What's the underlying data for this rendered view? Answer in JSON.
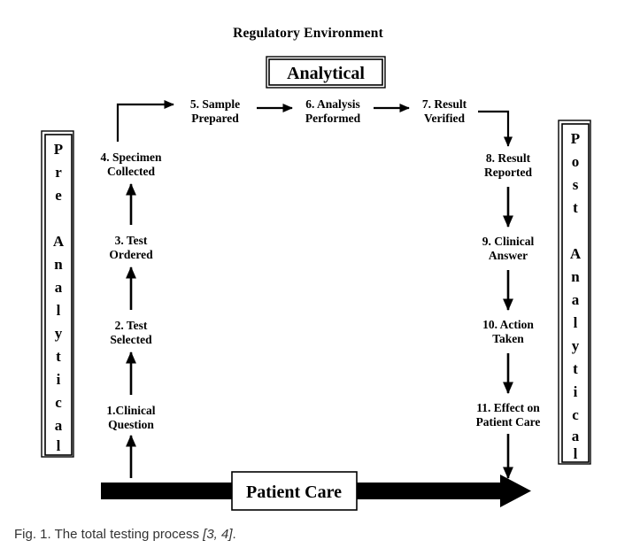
{
  "figure": {
    "title": "Regulatory Environment",
    "caption_prefix": "Fig. 1. The total testing process ",
    "caption_reference": "[3, 4]",
    "caption_suffix": "."
  },
  "colors": {
    "ink": "#000000",
    "paper": "#ffffff",
    "caption_text": "#333333"
  },
  "phase_boxes": {
    "analytical": {
      "label": "Analytical"
    },
    "pre_analytical": {
      "label": "Pre Analytical",
      "letters": [
        "P",
        "r",
        "e",
        "",
        "A",
        "n",
        "a",
        "l",
        "y",
        "t",
        "i",
        "c",
        "a",
        "l"
      ]
    },
    "post_analytical": {
      "label": "Post Analytical",
      "letters": [
        "P",
        "o",
        "s",
        "t",
        "",
        "A",
        "n",
        "a",
        "l",
        "y",
        "t",
        "i",
        "c",
        "a",
        "l"
      ]
    },
    "patient_care": {
      "label": "Patient Care"
    }
  },
  "steps": [
    {
      "id": 1,
      "line1": "1.Clinical",
      "line2": "Question"
    },
    {
      "id": 2,
      "line1": "2. Test",
      "line2": "Selected"
    },
    {
      "id": 3,
      "line1": "3. Test",
      "line2": "Ordered"
    },
    {
      "id": 4,
      "line1": "4. Specimen",
      "line2": "Collected"
    },
    {
      "id": 5,
      "line1": "5. Sample",
      "line2": "Prepared"
    },
    {
      "id": 6,
      "line1": "6. Analysis",
      "line2": "Performed"
    },
    {
      "id": 7,
      "line1": "7. Result",
      "line2": "Verified"
    },
    {
      "id": 8,
      "line1": "8. Result",
      "line2": "Reported"
    },
    {
      "id": 9,
      "line1": "9. Clinical",
      "line2": "Answer"
    },
    {
      "id": 10,
      "line1": "10. Action",
      "line2": "Taken"
    },
    {
      "id": 11,
      "line1": "11. Effect on",
      "line2": "Patient Care"
    }
  ],
  "chart_data": {
    "type": "diagram",
    "title": "Regulatory Environment",
    "flow_order": [
      "1.Clinical Question",
      "2. Test Selected",
      "3. Test Ordered",
      "4. Specimen Collected",
      "5. Sample Prepared",
      "6. Analysis Performed",
      "7. Result Verified",
      "8. Result Reported",
      "9. Clinical Answer",
      "10. Action Taken",
      "11. Effect on Patient Care"
    ],
    "phases": {
      "Pre Analytical": [
        "1.Clinical Question",
        "2. Test Selected",
        "3. Test Ordered",
        "4. Specimen Collected"
      ],
      "Analytical": [
        "5. Sample Prepared",
        "6. Analysis Performed",
        "7. Result Verified"
      ],
      "Post Analytical": [
        "8. Result Reported",
        "9. Clinical Answer",
        "10. Action Taken",
        "11. Effect on Patient Care"
      ]
    },
    "base_process": "Patient Care"
  }
}
